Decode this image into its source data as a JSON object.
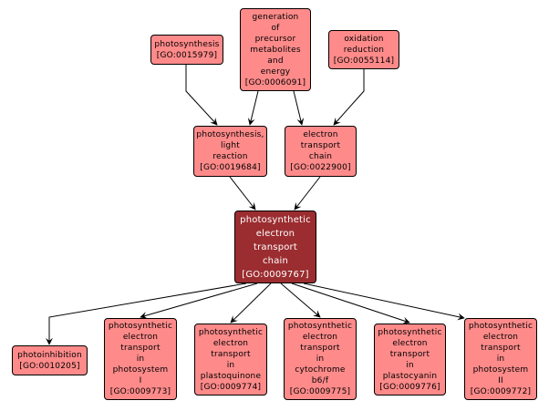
{
  "diagram": {
    "type": "GO term hierarchy",
    "colors": {
      "node_fill": "#ff8a8a",
      "focus_fill": "#9b2d30",
      "edge": "#000000"
    },
    "nodes": [
      {
        "id": "n_photosynthesis",
        "lines": [
          "photosynthesis",
          "[GO:0015979]"
        ]
      },
      {
        "id": "n_generation",
        "lines": [
          "generation",
          "of",
          "precursor",
          "metabolites",
          "and",
          "energy",
          "[GO:0006091]"
        ]
      },
      {
        "id": "n_oxidation",
        "lines": [
          "oxidation",
          "reduction",
          "[GO:0055114]"
        ]
      },
      {
        "id": "n_light",
        "lines": [
          "photosynthesis,",
          "light",
          "reaction",
          "[GO:0019684]"
        ]
      },
      {
        "id": "n_etc",
        "lines": [
          "electron",
          "transport",
          "chain",
          "[GO:0022900]"
        ]
      },
      {
        "id": "n_focus",
        "lines": [
          "photosynthetic",
          "electron",
          "transport",
          "chain",
          "[GO:0009767]"
        ]
      },
      {
        "id": "n_photoinhibition",
        "lines": [
          "photoinhibition",
          "[GO:0010205]"
        ]
      },
      {
        "id": "n_psI",
        "lines": [
          "photosynthetic",
          "electron",
          "transport",
          "in",
          "photosystem",
          "I",
          "[GO:0009773]"
        ]
      },
      {
        "id": "n_plastoquinone",
        "lines": [
          "photosynthetic",
          "electron",
          "transport",
          "in",
          "plastoquinone",
          "[GO:0009774]"
        ]
      },
      {
        "id": "n_cyt",
        "lines": [
          "photosynthetic",
          "electron",
          "transport",
          "in",
          "cytochrome",
          "b6/f",
          "[GO:0009775]"
        ]
      },
      {
        "id": "n_plastocyanin",
        "lines": [
          "photosynthetic",
          "electron",
          "transport",
          "in",
          "plastocyanin",
          "[GO:0009776]"
        ]
      },
      {
        "id": "n_psII",
        "lines": [
          "photosynthetic",
          "electron",
          "transport",
          "in",
          "photosystem",
          "II",
          "[GO:0009772]"
        ]
      }
    ],
    "edges": [
      {
        "from": "n_photosynthesis",
        "to": "n_light"
      },
      {
        "from": "n_generation",
        "to": "n_light"
      },
      {
        "from": "n_generation",
        "to": "n_etc"
      },
      {
        "from": "n_oxidation",
        "to": "n_etc"
      },
      {
        "from": "n_light",
        "to": "n_focus"
      },
      {
        "from": "n_etc",
        "to": "n_focus"
      },
      {
        "from": "n_focus",
        "to": "n_photoinhibition"
      },
      {
        "from": "n_focus",
        "to": "n_psI"
      },
      {
        "from": "n_focus",
        "to": "n_plastoquinone"
      },
      {
        "from": "n_focus",
        "to": "n_cyt"
      },
      {
        "from": "n_focus",
        "to": "n_plastocyanin"
      },
      {
        "from": "n_focus",
        "to": "n_psII"
      }
    ]
  }
}
